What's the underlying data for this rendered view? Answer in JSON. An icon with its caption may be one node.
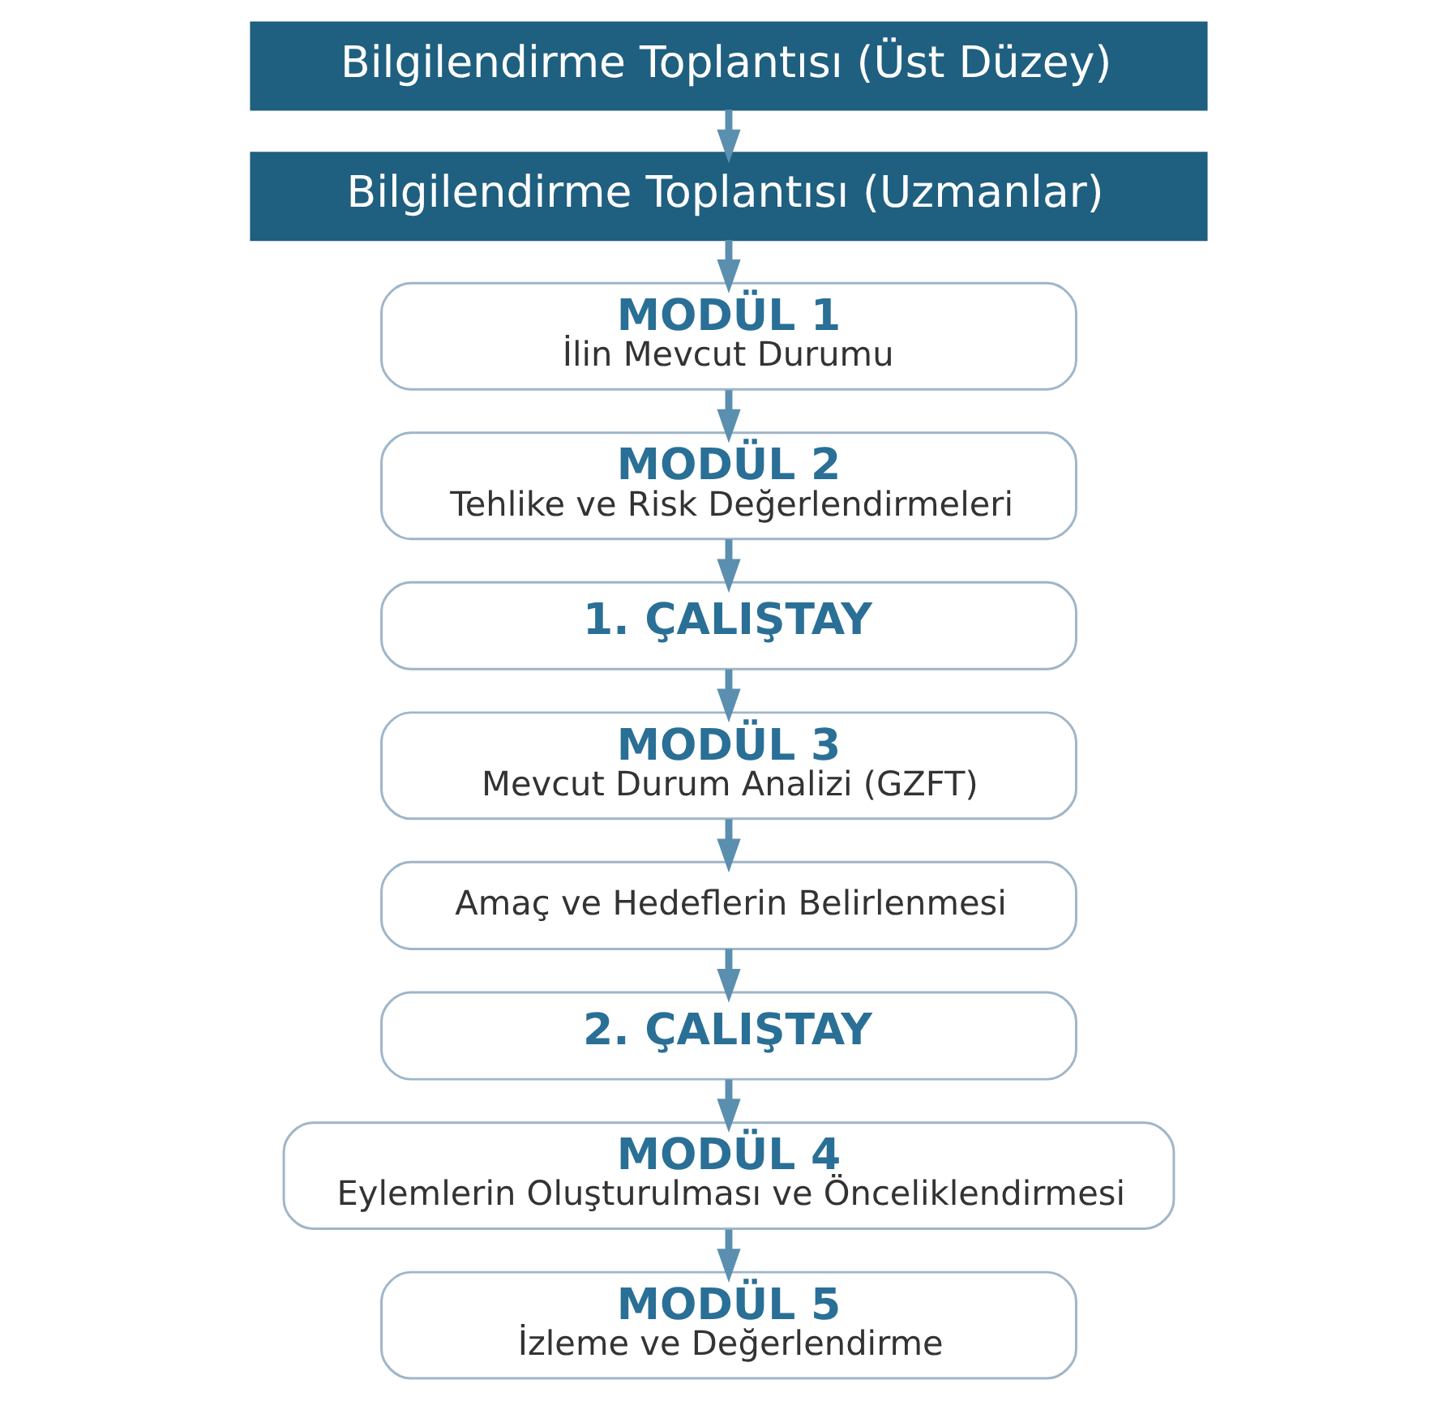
{
  "diagram": {
    "nodes": [
      {
        "text": [
          "Bilgilendirme Toplantısı (Üst Düzey)"
        ]
      },
      {
        "text": [
          "Bilgilendirme Toplantısı (Uzmanlar)"
        ]
      },
      {
        "text": [
          "MODÜL 1",
          "İlin Mevcut Durumu"
        ]
      },
      {
        "text": [
          "MODÜL 2",
          "Tehlike ve Risk Değerlendirmeleri"
        ]
      },
      {
        "text": [
          "1. ÇALIŞTAY"
        ]
      },
      {
        "text": [
          "MODÜL 3",
          "Mevcut Durum Analizi (GZFT)"
        ]
      },
      {
        "text": [
          "Amaç ve Hedeflerin Belirlenmesi"
        ]
      },
      {
        "text": [
          "2. ÇALIŞTAY"
        ]
      },
      {
        "text": [
          "MODÜL 4",
          "Eylemlerin Oluşturulması ve Önceliklendirmesi"
        ]
      },
      {
        "text": [
          "MODÜL 5",
          "İzleme ve Değerlendirme"
        ]
      }
    ],
    "edges": [
      {
        "from": 0,
        "to": 1,
        "arrow": "to"
      },
      {
        "from": 1,
        "to": 2,
        "arrow": "to"
      },
      {
        "from": 2,
        "to": 3,
        "arrow": "to"
      },
      {
        "from": 3,
        "to": 4,
        "arrow": "to"
      },
      {
        "from": 4,
        "to": 5,
        "arrow": "to"
      },
      {
        "from": 5,
        "to": 6,
        "arrow": "to"
      },
      {
        "from": 6,
        "to": 7,
        "arrow": "to"
      },
      {
        "from": 7,
        "to": 8,
        "arrow": "to"
      },
      {
        "from": 8,
        "to": 9,
        "arrow": "to"
      }
    ]
  }
}
